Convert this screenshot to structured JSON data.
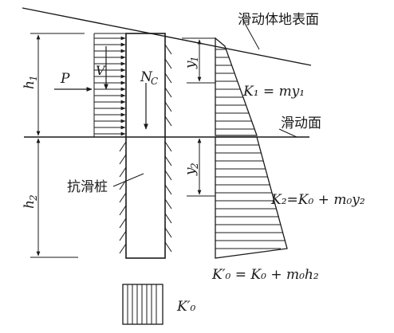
{
  "labels": {
    "ground_surface": "滑动体地表面",
    "slip_surface": "滑动面",
    "pile": "抗滑桩",
    "force_p": "P",
    "shear_v": "V",
    "axial_nc": "N",
    "axial_nc_sub": "C",
    "h1_main": "h",
    "h1_sub": "1",
    "h2_main": "h",
    "h2_sub": "2",
    "y1_main": "y",
    "y1_sub": "1",
    "y2_main": "y",
    "y2_sub": "2",
    "k1_formula": "K₁ = my₁",
    "k2_formula": "K₂=K₀ + m₀y₂",
    "k0p_formula": "K′₀ = K₀ + m₀h₂",
    "k0p_box": "K′₀"
  },
  "colors": {
    "ink": "#1a1a1a",
    "background": "#ffffff"
  }
}
